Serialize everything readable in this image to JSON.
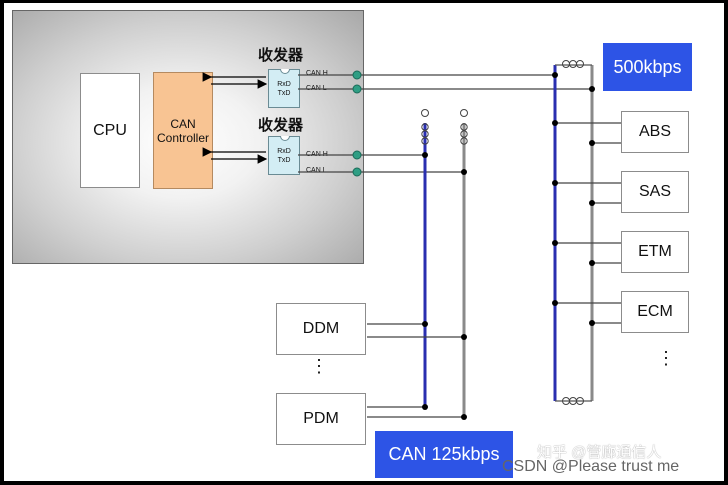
{
  "ecu": {
    "cpu_label": "CPU",
    "can_controller_line1": "CAN",
    "can_controller_line2": "Controller",
    "transceiver_title": "收发器",
    "transceiver_rx": "RxD",
    "transceiver_tx": "TxD",
    "can_h": "CAN H",
    "can_l": "CAN L"
  },
  "high_speed_bus": {
    "speed_label": "500kbps",
    "nodes": [
      "ABS",
      "SAS",
      "ETM",
      "ECM"
    ],
    "more": "⋮"
  },
  "low_speed_bus": {
    "speed_label": "CAN 125kbps",
    "nodes": [
      "DDM",
      "PDM"
    ],
    "more": "⋮"
  },
  "watermark": {
    "zhihu": "知乎 @管廊通信人",
    "csdn": "CSDN @Please trust me"
  },
  "colors": {
    "bus_blue": "#2a2fb0",
    "bus_gray": "#8a8a8a",
    "speed_box": "#2d54e6",
    "can_controller": "#f8c493",
    "transceiver": "#d3edf4",
    "junction": "#2f9e84"
  }
}
